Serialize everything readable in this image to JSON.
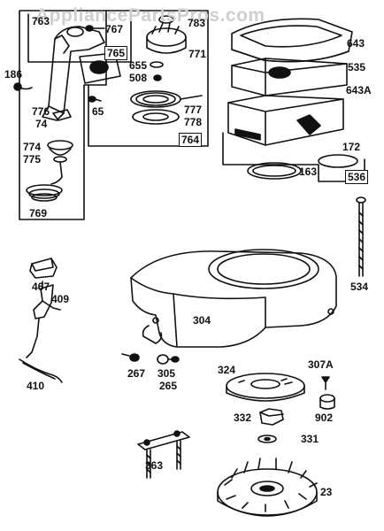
{
  "watermark": "AppliancePartsPros.com",
  "labels": {
    "p763": "763",
    "p767": "767",
    "p765": "765",
    "p783": "783",
    "p771": "771",
    "p186": "186",
    "p655": "655",
    "p508": "508",
    "p776": "776",
    "p74": "74",
    "p65": "65",
    "p777": "777",
    "p778": "778",
    "p764": "764",
    "p774": "774",
    "p775": "775",
    "p769": "769",
    "p643": "643",
    "p535": "535",
    "p643A": "643A",
    "p172": "172",
    "p163": "163",
    "p536": "536",
    "p534": "534",
    "p467": "467",
    "p409": "409",
    "p410": "410",
    "p304": "304",
    "p267": "267",
    "p305": "305",
    "p265": "265",
    "p324": "324",
    "p307A": "307A",
    "p332": "332",
    "p902": "902",
    "p331": "331",
    "p363": "363",
    "p23": "23"
  }
}
